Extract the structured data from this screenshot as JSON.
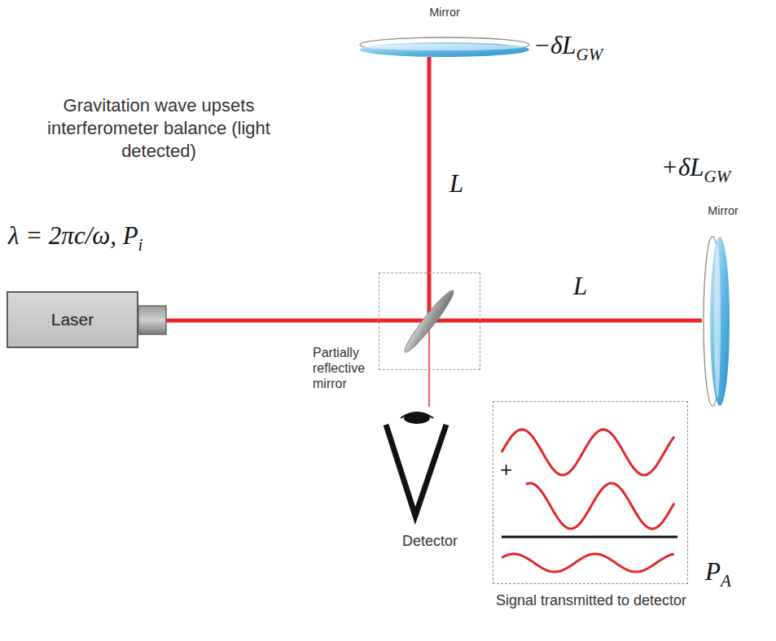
{
  "diagram": {
    "nodes": [
      {
        "text": [
          "Laser"
        ]
      },
      {
        "text": [
          "Partially reflective mirror"
        ]
      },
      {
        "text": [
          "Mirror"
        ]
      },
      {
        "text": [
          "Mirror"
        ]
      },
      {
        "text": [
          "Detector"
        ]
      },
      {
        "text": [
          "+",
          "Signal transmitted to detector"
        ]
      }
    ],
    "edges": [
      {
        "from": 0,
        "to": 1,
        "arrow": "none"
      },
      {
        "from": 1,
        "to": 2,
        "arrow": "none"
      },
      {
        "from": 1,
        "to": 3,
        "arrow": "none"
      },
      {
        "from": 1,
        "to": 4,
        "arrow": "none"
      }
    ],
    "labels": [
      "Gravitation wave upsets interferometer balance (light detected)",
      "λ = 2πc/ω, P",
      "i",
      "−δL",
      "GW",
      "+δL",
      "GW",
      "L",
      "L",
      "P",
      "A"
    ]
  }
}
